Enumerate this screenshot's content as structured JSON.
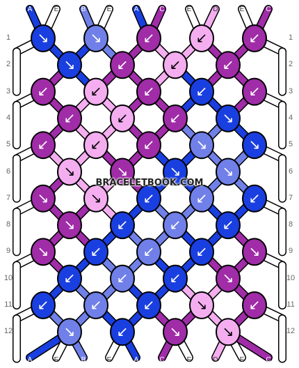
{
  "colors": {
    "A": "#1a3fe0",
    "B": "#7080e8",
    "C": "#a02ca8",
    "D": "#f4aef0",
    "E": "#ffffff"
  },
  "strings_top": [
    "A",
    "E",
    "B",
    "E",
    "A",
    "C",
    "E",
    "D",
    "E",
    "C"
  ],
  "strings_bottom": [
    "A",
    "E",
    "B",
    "E",
    "A",
    "C",
    "E",
    "D",
    "E",
    "C"
  ],
  "row_numbers": [
    "1",
    "2",
    "3",
    "4",
    "5",
    "6",
    "7",
    "8",
    "9",
    "10",
    "11",
    "12"
  ],
  "watermark": "BRACELETBOOK.COM",
  "knot_rows": [
    [
      {
        "c": "A",
        "d": "se"
      },
      {
        "c": "B",
        "d": "se"
      },
      {
        "c": "C",
        "d": "sw"
      },
      {
        "c": "D",
        "d": "sw"
      },
      {
        "c": "C",
        "d": "sw"
      }
    ],
    [
      {
        "c": "A",
        "d": "se"
      },
      {
        "c": "C",
        "d": "sw"
      },
      {
        "c": "D",
        "d": "sw"
      },
      {
        "c": "C",
        "d": "sw"
      }
    ],
    [
      {
        "c": "C",
        "d": "sw"
      },
      {
        "c": "D",
        "d": "sw"
      },
      {
        "c": "C",
        "d": "sw"
      },
      {
        "c": "A",
        "d": "sw"
      },
      {
        "c": "C",
        "d": "sw"
      }
    ],
    [
      {
        "c": "C",
        "d": "sw"
      },
      {
        "c": "D",
        "d": "sw"
      },
      {
        "c": "C",
        "d": "sw"
      },
      {
        "c": "A",
        "d": "se"
      }
    ],
    [
      {
        "c": "C",
        "d": "sw"
      },
      {
        "c": "D",
        "d": "sw"
      },
      {
        "c": "C",
        "d": "sw"
      },
      {
        "c": "B",
        "d": "se"
      },
      {
        "c": "A",
        "d": "se"
      }
    ],
    [
      {
        "c": "D",
        "d": "sel"
      },
      {
        "c": "C",
        "d": "sel"
      },
      {
        "c": "A",
        "d": "sel"
      },
      {
        "c": "B",
        "d": "sel"
      }
    ],
    [
      {
        "c": "C",
        "d": "se"
      },
      {
        "c": "D",
        "d": "se"
      },
      {
        "c": "A",
        "d": "sw"
      },
      {
        "c": "B",
        "d": "sw"
      },
      {
        "c": "A",
        "d": "sw"
      }
    ],
    [
      {
        "c": "C",
        "d": "se"
      },
      {
        "c": "A",
        "d": "sw"
      },
      {
        "c": "B",
        "d": "sw"
      },
      {
        "c": "A",
        "d": "sw"
      }
    ],
    [
      {
        "c": "C",
        "d": "se"
      },
      {
        "c": "A",
        "d": "sw"
      },
      {
        "c": "B",
        "d": "sw"
      },
      {
        "c": "A",
        "d": "sw"
      },
      {
        "c": "C",
        "d": "se"
      }
    ],
    [
      {
        "c": "A",
        "d": "sw"
      },
      {
        "c": "B",
        "d": "sw"
      },
      {
        "c": "A",
        "d": "sw"
      },
      {
        "c": "C",
        "d": "se"
      }
    ],
    [
      {
        "c": "A",
        "d": "sw"
      },
      {
        "c": "B",
        "d": "sw"
      },
      {
        "c": "A",
        "d": "sw"
      },
      {
        "c": "D",
        "d": "se"
      },
      {
        "c": "C",
        "d": "sw"
      }
    ],
    [
      {
        "c": "B",
        "d": "se"
      },
      {
        "c": "A",
        "d": "sw"
      },
      {
        "c": "C",
        "d": "sel"
      },
      {
        "c": "D",
        "d": "sel"
      }
    ]
  ]
}
